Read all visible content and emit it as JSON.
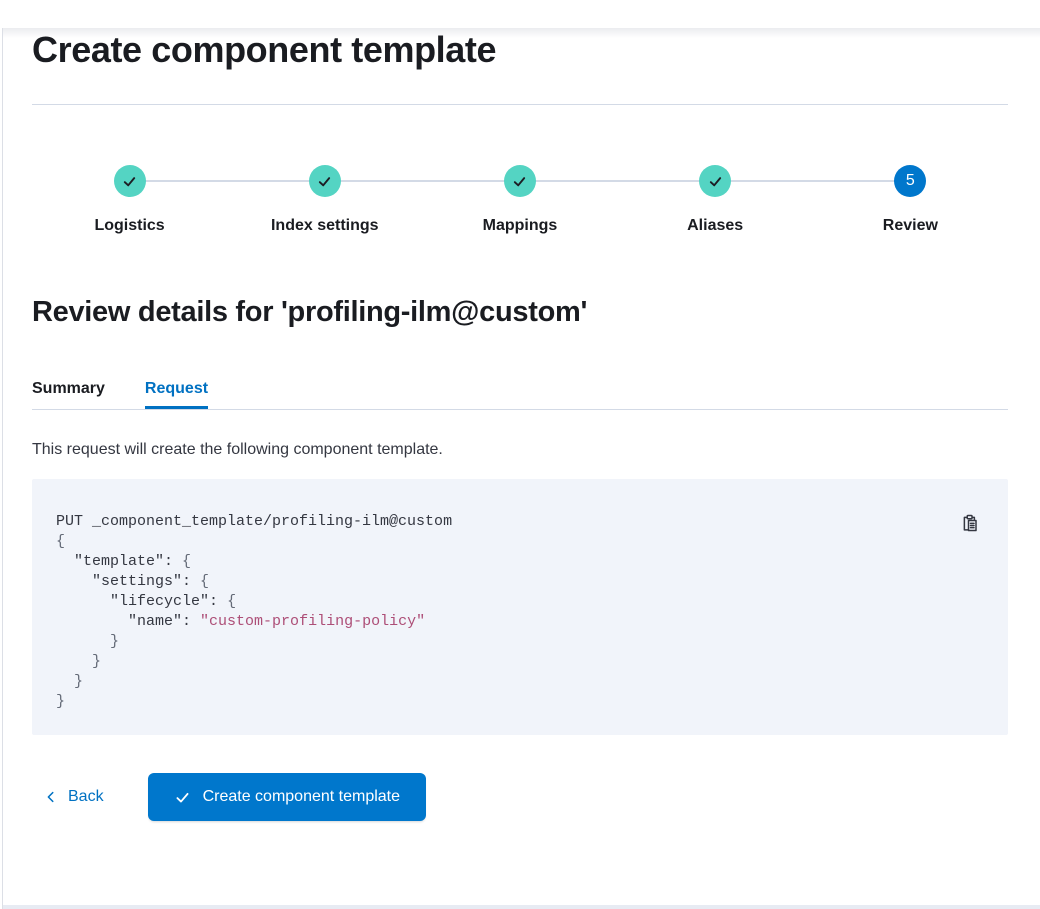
{
  "header": {
    "title": "Create component template"
  },
  "stepper": {
    "steps": [
      {
        "label": "Logistics",
        "status": "complete"
      },
      {
        "label": "Index settings",
        "status": "complete"
      },
      {
        "label": "Mappings",
        "status": "complete"
      },
      {
        "label": "Aliases",
        "status": "complete"
      },
      {
        "label": "Review",
        "status": "current",
        "number": "5"
      }
    ]
  },
  "review": {
    "heading": "Review details for 'profiling-ilm@custom'",
    "tabs": [
      {
        "label": "Summary",
        "active": false
      },
      {
        "label": "Request",
        "active": true
      }
    ],
    "description": "This request will create the following component template."
  },
  "code_block": {
    "copy_icon": "copy-clipboard-icon",
    "lines": [
      [
        {
          "t": "PUT _component_template/profiling-ilm@custom",
          "c": "plain"
        }
      ],
      [
        {
          "t": "{",
          "c": "punct"
        }
      ],
      [
        {
          "t": "  ",
          "c": "plain"
        },
        {
          "t": "\"template\"",
          "c": "key"
        },
        {
          "t": ": ",
          "c": "plain"
        },
        {
          "t": "{",
          "c": "punct"
        }
      ],
      [
        {
          "t": "    ",
          "c": "plain"
        },
        {
          "t": "\"settings\"",
          "c": "key"
        },
        {
          "t": ": ",
          "c": "plain"
        },
        {
          "t": "{",
          "c": "punct"
        }
      ],
      [
        {
          "t": "      ",
          "c": "plain"
        },
        {
          "t": "\"lifecycle\"",
          "c": "key"
        },
        {
          "t": ": ",
          "c": "plain"
        },
        {
          "t": "{",
          "c": "punct"
        }
      ],
      [
        {
          "t": "        ",
          "c": "plain"
        },
        {
          "t": "\"name\"",
          "c": "key"
        },
        {
          "t": ": ",
          "c": "plain"
        },
        {
          "t": "\"custom-profiling-policy\"",
          "c": "string"
        }
      ],
      [
        {
          "t": "      ",
          "c": "plain"
        },
        {
          "t": "}",
          "c": "punct"
        }
      ],
      [
        {
          "t": "    ",
          "c": "plain"
        },
        {
          "t": "}",
          "c": "punct"
        }
      ],
      [
        {
          "t": "  ",
          "c": "plain"
        },
        {
          "t": "}",
          "c": "punct"
        }
      ],
      [
        {
          "t": "}",
          "c": "punct"
        }
      ]
    ]
  },
  "footer": {
    "back_label": "Back",
    "submit_label": "Create component template"
  },
  "colors": {
    "step_complete": "#54d4c3",
    "step_current": "#0077cc",
    "primary_button": "#0077cc",
    "link_blue": "#0071c2",
    "divider": "#d3dae6",
    "code_background": "#f1f4fa",
    "code_string": "#ad4e77",
    "heading_text": "#1a1c21",
    "body_text": "#343741"
  }
}
